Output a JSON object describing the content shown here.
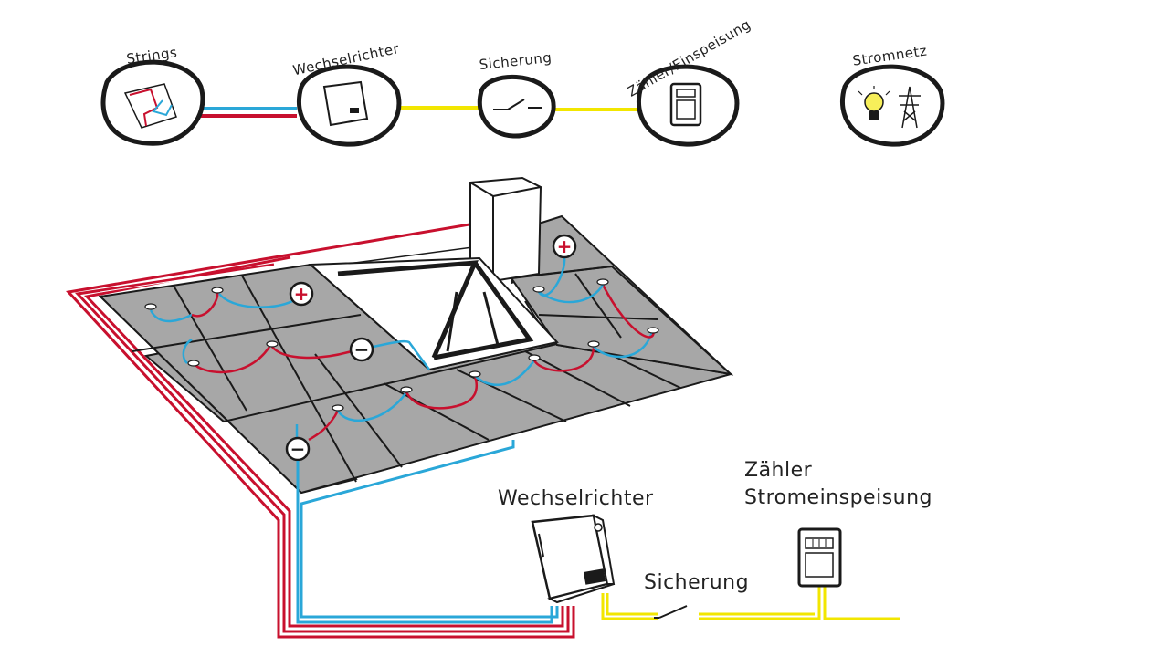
{
  "flow": {
    "nodes": [
      {
        "id": "strings",
        "label": "Strings"
      },
      {
        "id": "inverter",
        "label": "Wechselrichter"
      },
      {
        "id": "fuse",
        "label": "Sicherung"
      },
      {
        "id": "meter",
        "label": "Zähler/Einspeisung"
      },
      {
        "id": "grid",
        "label": "Stromnetz"
      }
    ]
  },
  "scene": {
    "inverter_label": "Wechselrichter",
    "fuse_label": "Sicherung",
    "meter_label_line1": "Zähler",
    "meter_label_line2": "Stromeinspeisung",
    "plus_symbol": "+",
    "minus_symbol": "−"
  },
  "colors": {
    "dc_positive": "#c8102e",
    "dc_negative": "#2aa7d8",
    "ac_line": "#f2e600",
    "panel": "#a7a7a7",
    "outline": "#1a1a1a"
  }
}
